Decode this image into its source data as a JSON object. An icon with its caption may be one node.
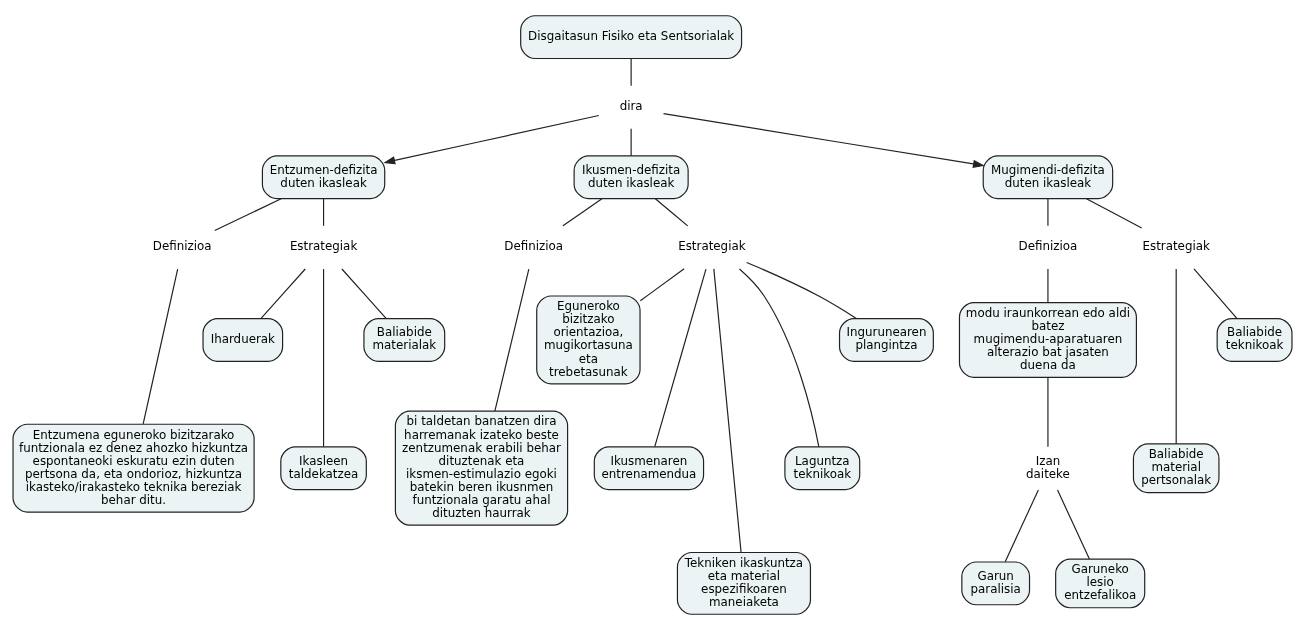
{
  "diagram": {
    "nodes": [
      {
        "text": [
          "Disgaitasun Fisiko eta Sentsorialak"
        ]
      },
      {
        "text": [
          "dira"
        ]
      },
      {
        "text": [
          "Entzumen-defizita duten ikasleak"
        ]
      },
      {
        "text": [
          "Ikusmen-defizita duten ikasleak"
        ]
      },
      {
        "text": [
          "Mugimendi-defizita duten ikasleak"
        ]
      },
      {
        "text": [
          "Definizioa"
        ]
      },
      {
        "text": [
          "Estrategiak"
        ]
      },
      {
        "text": [
          "Baliabide materialak"
        ]
      },
      {
        "text": [
          "Iharduerak"
        ]
      },
      {
        "text": [
          "Ikasleen taldekatzea"
        ]
      },
      {
        "text": [
          "Entzumena eguneroko bizitzarako funtzionala ez denez ahozko hizkuntza espontaneoki eskuratu ezin duten pertsona da, eta ondorioz, hizkuntza ikasteko/irakasteko teknika bereziak behar ditu."
        ]
      },
      {
        "text": [
          "Definizioa"
        ]
      },
      {
        "text": [
          "Estrategiak"
        ]
      },
      {
        "text": [
          "Eguneroko bizitzako orientazioa, mugikortasuna eta trebetasunak"
        ]
      },
      {
        "text": [
          "Ingurunearen plangintza"
        ]
      },
      {
        "text": [
          "bi taldetan banatzen dira harremanak izateko beste zentzumenak erabili behar dituztenak eta iksmen-estimulazio egoki batekin beren ikusnmen funtzionala garatu ahal dituzten haurrak"
        ]
      },
      {
        "text": [
          "Ikusmenaren entrenamendua"
        ]
      },
      {
        "text": [
          "Laguntza teknikoak"
        ]
      },
      {
        "text": [
          "Tekniken ikaskuntza eta material espezifikoaren maneiaketa"
        ]
      },
      {
        "text": [
          "Definizioa"
        ]
      },
      {
        "text": [
          "Estrategiak"
        ]
      },
      {
        "text": [
          "modu iraunkorrean edo aldi batez mugimendu-aparatuaren alterazio bat jasaten duena da"
        ]
      },
      {
        "text": [
          "Izan daiteke"
        ]
      },
      {
        "text": [
          "Baliabide teknikoak"
        ]
      },
      {
        "text": [
          "Baliabide material pertsonalak"
        ]
      },
      {
        "text": [
          "Garun paralisia"
        ]
      },
      {
        "text": [
          "Garuneko lesio entzefalikoa"
        ]
      }
    ],
    "edges": [
      {
        "from": 0,
        "to": 1,
        "arrow": "none"
      },
      {
        "from": 1,
        "to": 2,
        "arrow": "to"
      },
      {
        "from": 1,
        "to": 3,
        "arrow": "none"
      },
      {
        "from": 1,
        "to": 4,
        "arrow": "to"
      },
      {
        "from": 2,
        "to": 5,
        "arrow": "none"
      },
      {
        "from": 2,
        "to": 6,
        "arrow": "none"
      },
      {
        "from": 5,
        "to": 10,
        "arrow": "none"
      },
      {
        "from": 6,
        "to": 8,
        "arrow": "none"
      },
      {
        "from": 6,
        "to": 9,
        "arrow": "none"
      },
      {
        "from": 6,
        "to": 7,
        "arrow": "none"
      },
      {
        "from": 3,
        "to": 11,
        "arrow": "none"
      },
      {
        "from": 3,
        "to": 12,
        "arrow": "none"
      },
      {
        "from": 11,
        "to": 15,
        "arrow": "none"
      },
      {
        "from": 12,
        "to": 13,
        "arrow": "none"
      },
      {
        "from": 12,
        "to": 16,
        "arrow": "none"
      },
      {
        "from": 12,
        "to": 18,
        "arrow": "none"
      },
      {
        "from": 12,
        "to": 17,
        "arrow": "none"
      },
      {
        "from": 12,
        "to": 14,
        "arrow": "none"
      },
      {
        "from": 4,
        "to": 19,
        "arrow": "none"
      },
      {
        "from": 4,
        "to": 20,
        "arrow": "none"
      },
      {
        "from": 19,
        "to": 21,
        "arrow": "none"
      },
      {
        "from": 21,
        "to": 22,
        "arrow": "none"
      },
      {
        "from": 22,
        "to": 25,
        "arrow": "none"
      },
      {
        "from": 22,
        "to": 26,
        "arrow": "none"
      },
      {
        "from": 20,
        "to": 24,
        "arrow": "none"
      },
      {
        "from": 20,
        "to": 23,
        "arrow": "none"
      }
    ]
  }
}
